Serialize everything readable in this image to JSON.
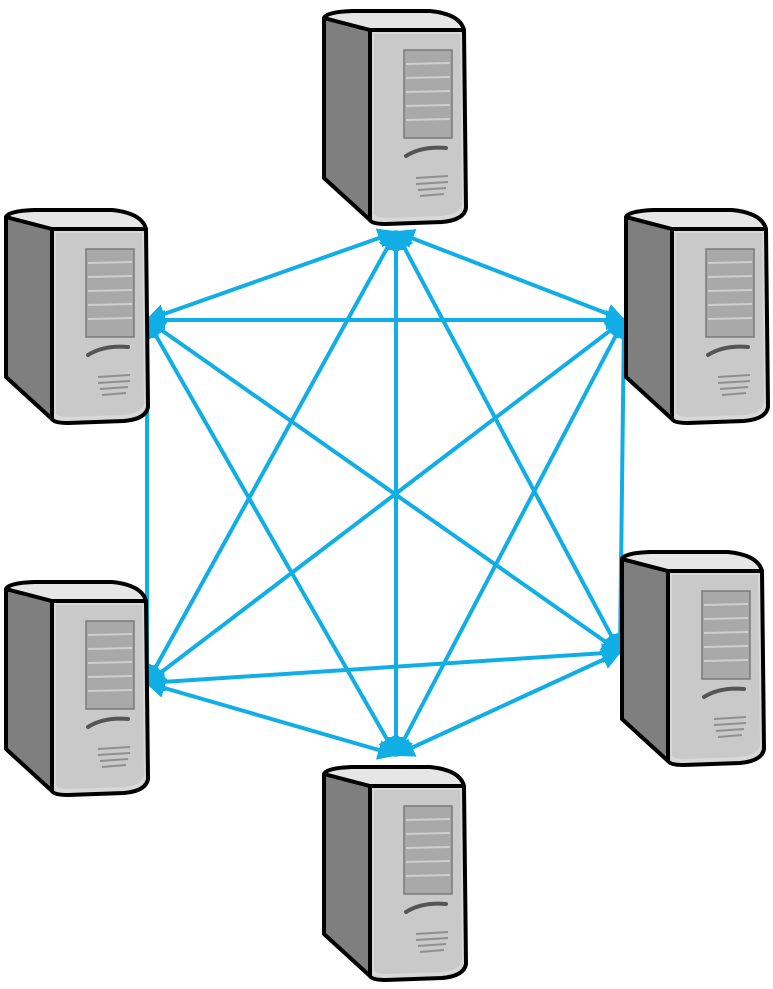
{
  "diagram": {
    "type": "full-mesh-network",
    "node_icon": "server-tower-icon",
    "nodes": [
      {
        "id": "top"
      },
      {
        "id": "upper-left"
      },
      {
        "id": "upper-right"
      },
      {
        "id": "lower-left"
      },
      {
        "id": "lower-right"
      },
      {
        "id": "bottom"
      }
    ],
    "links": [
      [
        "top",
        "upper-left"
      ],
      [
        "top",
        "upper-right"
      ],
      [
        "top",
        "lower-left"
      ],
      [
        "top",
        "lower-right"
      ],
      [
        "top",
        "bottom"
      ],
      [
        "upper-left",
        "upper-right"
      ],
      [
        "upper-left",
        "lower-left"
      ],
      [
        "upper-left",
        "lower-right"
      ],
      [
        "upper-left",
        "bottom"
      ],
      [
        "upper-right",
        "lower-left"
      ],
      [
        "upper-right",
        "lower-right"
      ],
      [
        "upper-right",
        "bottom"
      ],
      [
        "lower-left",
        "lower-right"
      ],
      [
        "lower-left",
        "bottom"
      ],
      [
        "lower-right",
        "bottom"
      ]
    ],
    "link_style": "bidirectional-arrow",
    "colors": {
      "link": "#11aee6",
      "server_body": "#c9c9c9",
      "server_face": "#d8d8d8",
      "server_side": "#7f7f7f",
      "server_outline": "#000000"
    }
  }
}
